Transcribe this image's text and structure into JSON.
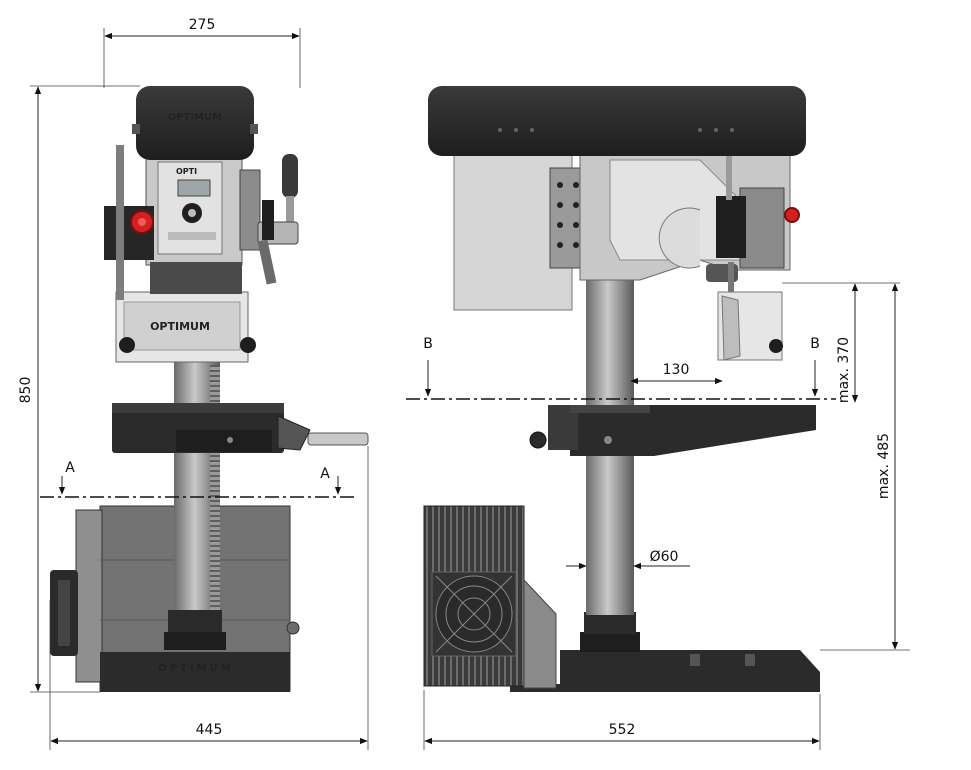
{
  "drawing": {
    "brand": "OPTIMUM",
    "panel_brand": "OPTI",
    "front_view": {
      "dim_width_top": "275",
      "dim_height": "850",
      "dim_base_width": "445",
      "section_label": "A"
    },
    "side_view": {
      "dim_base_depth": "552",
      "dim_reach": "130",
      "dim_column_diameter": "Ø60",
      "dim_spindle_to_table": "max. 370",
      "dim_spindle_to_base": "max. 485",
      "section_label": "B"
    },
    "colors": {
      "dark_metal": "#2b2b2b",
      "grey_casting": "#8a8a8a",
      "light_panel": "#d9d9d9",
      "estop_red": "#d32020"
    }
  }
}
